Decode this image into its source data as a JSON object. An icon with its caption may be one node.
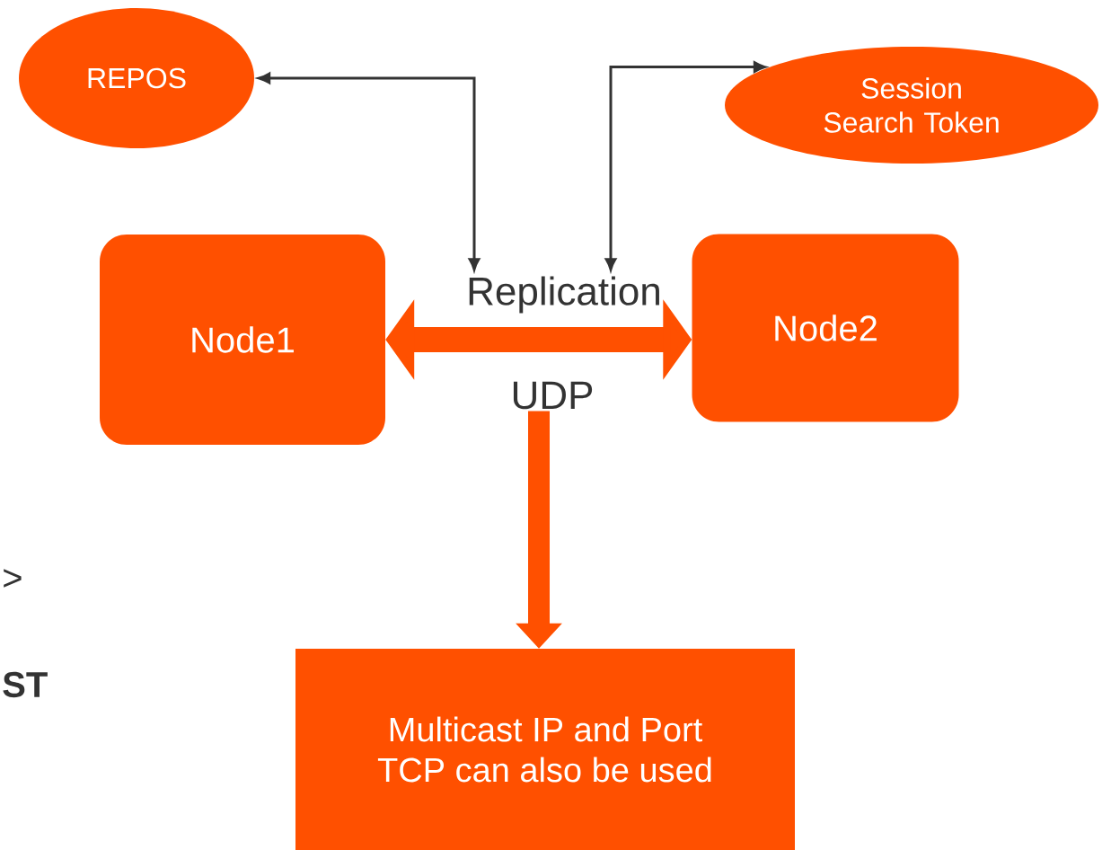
{
  "diagram": {
    "nodes": [
      {
        "text": [
          "REPOS"
        ]
      },
      {
        "text": [
          "Session Search Token"
        ]
      },
      {
        "text": [
          "Node1"
        ]
      },
      {
        "text": [
          "Node2"
        ]
      },
      {
        "text": [
          "Replication"
        ]
      },
      {
        "text": [
          "UDP"
        ]
      },
      {
        "text": [
          "Multicast IP and Port",
          "TCP can also be used"
        ]
      }
    ],
    "edges": [
      {
        "from": 2,
        "to": 3,
        "arrow": "both",
        "style": "thick",
        "color": "#ff5000"
      },
      {
        "from": 4,
        "to": 0,
        "arrow": "both",
        "color": "#333333"
      },
      {
        "from": 4,
        "to": 1,
        "arrow": "both",
        "color": "#333333"
      },
      {
        "from": 5,
        "to": 6,
        "arrow": "to",
        "style": "thick",
        "color": "#ff5000"
      }
    ],
    "labels": [
      ">",
      "ST"
    ]
  }
}
